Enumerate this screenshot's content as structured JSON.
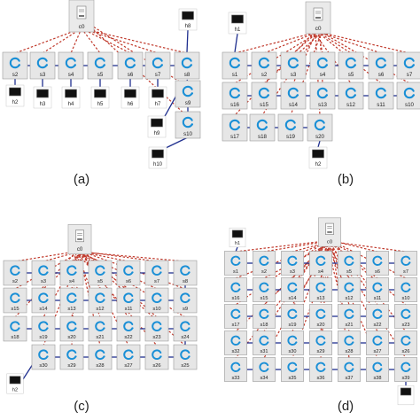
{
  "panels": [
    {
      "id": "a",
      "caption": "(a)",
      "controller": {
        "id": "c0",
        "label": "c0"
      },
      "switches": [
        {
          "id": "s2",
          "label": "s2"
        },
        {
          "id": "s3",
          "label": "s3"
        },
        {
          "id": "s4",
          "label": "s4"
        },
        {
          "id": "s5",
          "label": "s5"
        },
        {
          "id": "s6",
          "label": "s6"
        },
        {
          "id": "s7",
          "label": "s7"
        },
        {
          "id": "s8",
          "label": "s8"
        },
        {
          "id": "s9",
          "label": "s9"
        },
        {
          "id": "s10",
          "label": "s10"
        }
      ],
      "hosts": [
        {
          "id": "h2",
          "label": "h2"
        },
        {
          "id": "h3",
          "label": "h3"
        },
        {
          "id": "h4",
          "label": "h4"
        },
        {
          "id": "h5",
          "label": "h5"
        },
        {
          "id": "h6",
          "label": "h6"
        },
        {
          "id": "h7",
          "label": "h7"
        },
        {
          "id": "h8",
          "label": "h8"
        },
        {
          "id": "h9",
          "label": "h9"
        },
        {
          "id": "h10",
          "label": "h10"
        }
      ]
    },
    {
      "id": "b",
      "caption": "(b)",
      "controller": {
        "id": "c0",
        "label": "c0"
      },
      "switches": [
        {
          "id": "s1",
          "label": "s1"
        },
        {
          "id": "s2",
          "label": "s2"
        },
        {
          "id": "s3",
          "label": "s3"
        },
        {
          "id": "s4",
          "label": "s4"
        },
        {
          "id": "s5",
          "label": "s5"
        },
        {
          "id": "s6",
          "label": "s6"
        },
        {
          "id": "s7",
          "label": "s7"
        },
        {
          "id": "s16",
          "label": "s16"
        },
        {
          "id": "s15",
          "label": "s15"
        },
        {
          "id": "s14",
          "label": "s14"
        },
        {
          "id": "s13",
          "label": "s13"
        },
        {
          "id": "s12",
          "label": "s12"
        },
        {
          "id": "s11",
          "label": "s11"
        },
        {
          "id": "s10",
          "label": "s10"
        },
        {
          "id": "s17",
          "label": "s17"
        },
        {
          "id": "s18",
          "label": "s18"
        },
        {
          "id": "s19",
          "label": "s19"
        },
        {
          "id": "s20",
          "label": "s20"
        }
      ],
      "hosts": [
        {
          "id": "h1",
          "label": "h1"
        },
        {
          "id": "h2",
          "label": "h2"
        }
      ]
    },
    {
      "id": "c",
      "caption": "(c)",
      "controller": {
        "id": "c0",
        "label": "c0"
      },
      "switches": [
        {
          "id": "s2",
          "label": "s2"
        },
        {
          "id": "s3",
          "label": "s3"
        },
        {
          "id": "s4",
          "label": "s4"
        },
        {
          "id": "s5",
          "label": "s5"
        },
        {
          "id": "s6",
          "label": "s6"
        },
        {
          "id": "s7",
          "label": "s7"
        },
        {
          "id": "s8",
          "label": "s8"
        },
        {
          "id": "s15",
          "label": "s15"
        },
        {
          "id": "s14",
          "label": "s14"
        },
        {
          "id": "s13",
          "label": "s13"
        },
        {
          "id": "s12",
          "label": "s12"
        },
        {
          "id": "s11",
          "label": "s11"
        },
        {
          "id": "s10",
          "label": "s10"
        },
        {
          "id": "s9",
          "label": "s9"
        },
        {
          "id": "s18",
          "label": "s18"
        },
        {
          "id": "s19",
          "label": "s19"
        },
        {
          "id": "s20",
          "label": "s20"
        },
        {
          "id": "s21",
          "label": "s21"
        },
        {
          "id": "s22",
          "label": "s22"
        },
        {
          "id": "s23",
          "label": "s23"
        },
        {
          "id": "s24",
          "label": "s24"
        },
        {
          "id": "s30",
          "label": "s30"
        },
        {
          "id": "s29",
          "label": "s29"
        },
        {
          "id": "s28",
          "label": "s28"
        },
        {
          "id": "s27",
          "label": "s27"
        },
        {
          "id": "s26",
          "label": "s26"
        },
        {
          "id": "s25",
          "label": "s25"
        }
      ],
      "hosts": [
        {
          "id": "h2",
          "label": "h2"
        }
      ]
    },
    {
      "id": "d",
      "caption": "(d)",
      "controller": {
        "id": "c0",
        "label": "c0"
      },
      "switches": [
        {
          "id": "s1",
          "label": "s1"
        },
        {
          "id": "s2",
          "label": "s2"
        },
        {
          "id": "s3",
          "label": "s3"
        },
        {
          "id": "s4",
          "label": "s4"
        },
        {
          "id": "s5",
          "label": "s5"
        },
        {
          "id": "s6",
          "label": "s6"
        },
        {
          "id": "s7",
          "label": "s7"
        },
        {
          "id": "s16",
          "label": "s16"
        },
        {
          "id": "s15",
          "label": "s15"
        },
        {
          "id": "s14",
          "label": "s14"
        },
        {
          "id": "s13",
          "label": "s13"
        },
        {
          "id": "s12",
          "label": "s12"
        },
        {
          "id": "s11",
          "label": "s11"
        },
        {
          "id": "s10",
          "label": "s10"
        },
        {
          "id": "s17",
          "label": "s17"
        },
        {
          "id": "s18",
          "label": "s18"
        },
        {
          "id": "s19",
          "label": "s19"
        },
        {
          "id": "s20",
          "label": "s20"
        },
        {
          "id": "s21",
          "label": "s21"
        },
        {
          "id": "s22",
          "label": "s22"
        },
        {
          "id": "s23",
          "label": "s23"
        },
        {
          "id": "s32",
          "label": "s32"
        },
        {
          "id": "s31",
          "label": "s31"
        },
        {
          "id": "s30",
          "label": "s30"
        },
        {
          "id": "s29",
          "label": "s29"
        },
        {
          "id": "s28",
          "label": "s28"
        },
        {
          "id": "s27",
          "label": "s27"
        },
        {
          "id": "s26",
          "label": "s26"
        },
        {
          "id": "s33",
          "label": "s33"
        },
        {
          "id": "s34",
          "label": "s34"
        },
        {
          "id": "s35",
          "label": "s35"
        },
        {
          "id": "s36",
          "label": "s36"
        },
        {
          "id": "s37",
          "label": "s37"
        },
        {
          "id": "s38",
          "label": "s38"
        },
        {
          "id": "s39",
          "label": "s39"
        }
      ],
      "hosts": [
        {
          "id": "h1",
          "label": "h1"
        },
        {
          "id": "h2",
          "label": ""
        }
      ]
    }
  ],
  "colors": {
    "controller_link": "#c0392b",
    "data_link": "#1f2f8f",
    "switch_tile": "#e6e6e6",
    "switch_border": "#9a9a9a",
    "switch_icon": "#1a8fd6",
    "host_screen": "#111111",
    "text": "#222222"
  },
  "icons": {
    "controller": "controller-box-icon",
    "switch": "switch-swirl-icon",
    "host": "host-monitor-icon"
  }
}
